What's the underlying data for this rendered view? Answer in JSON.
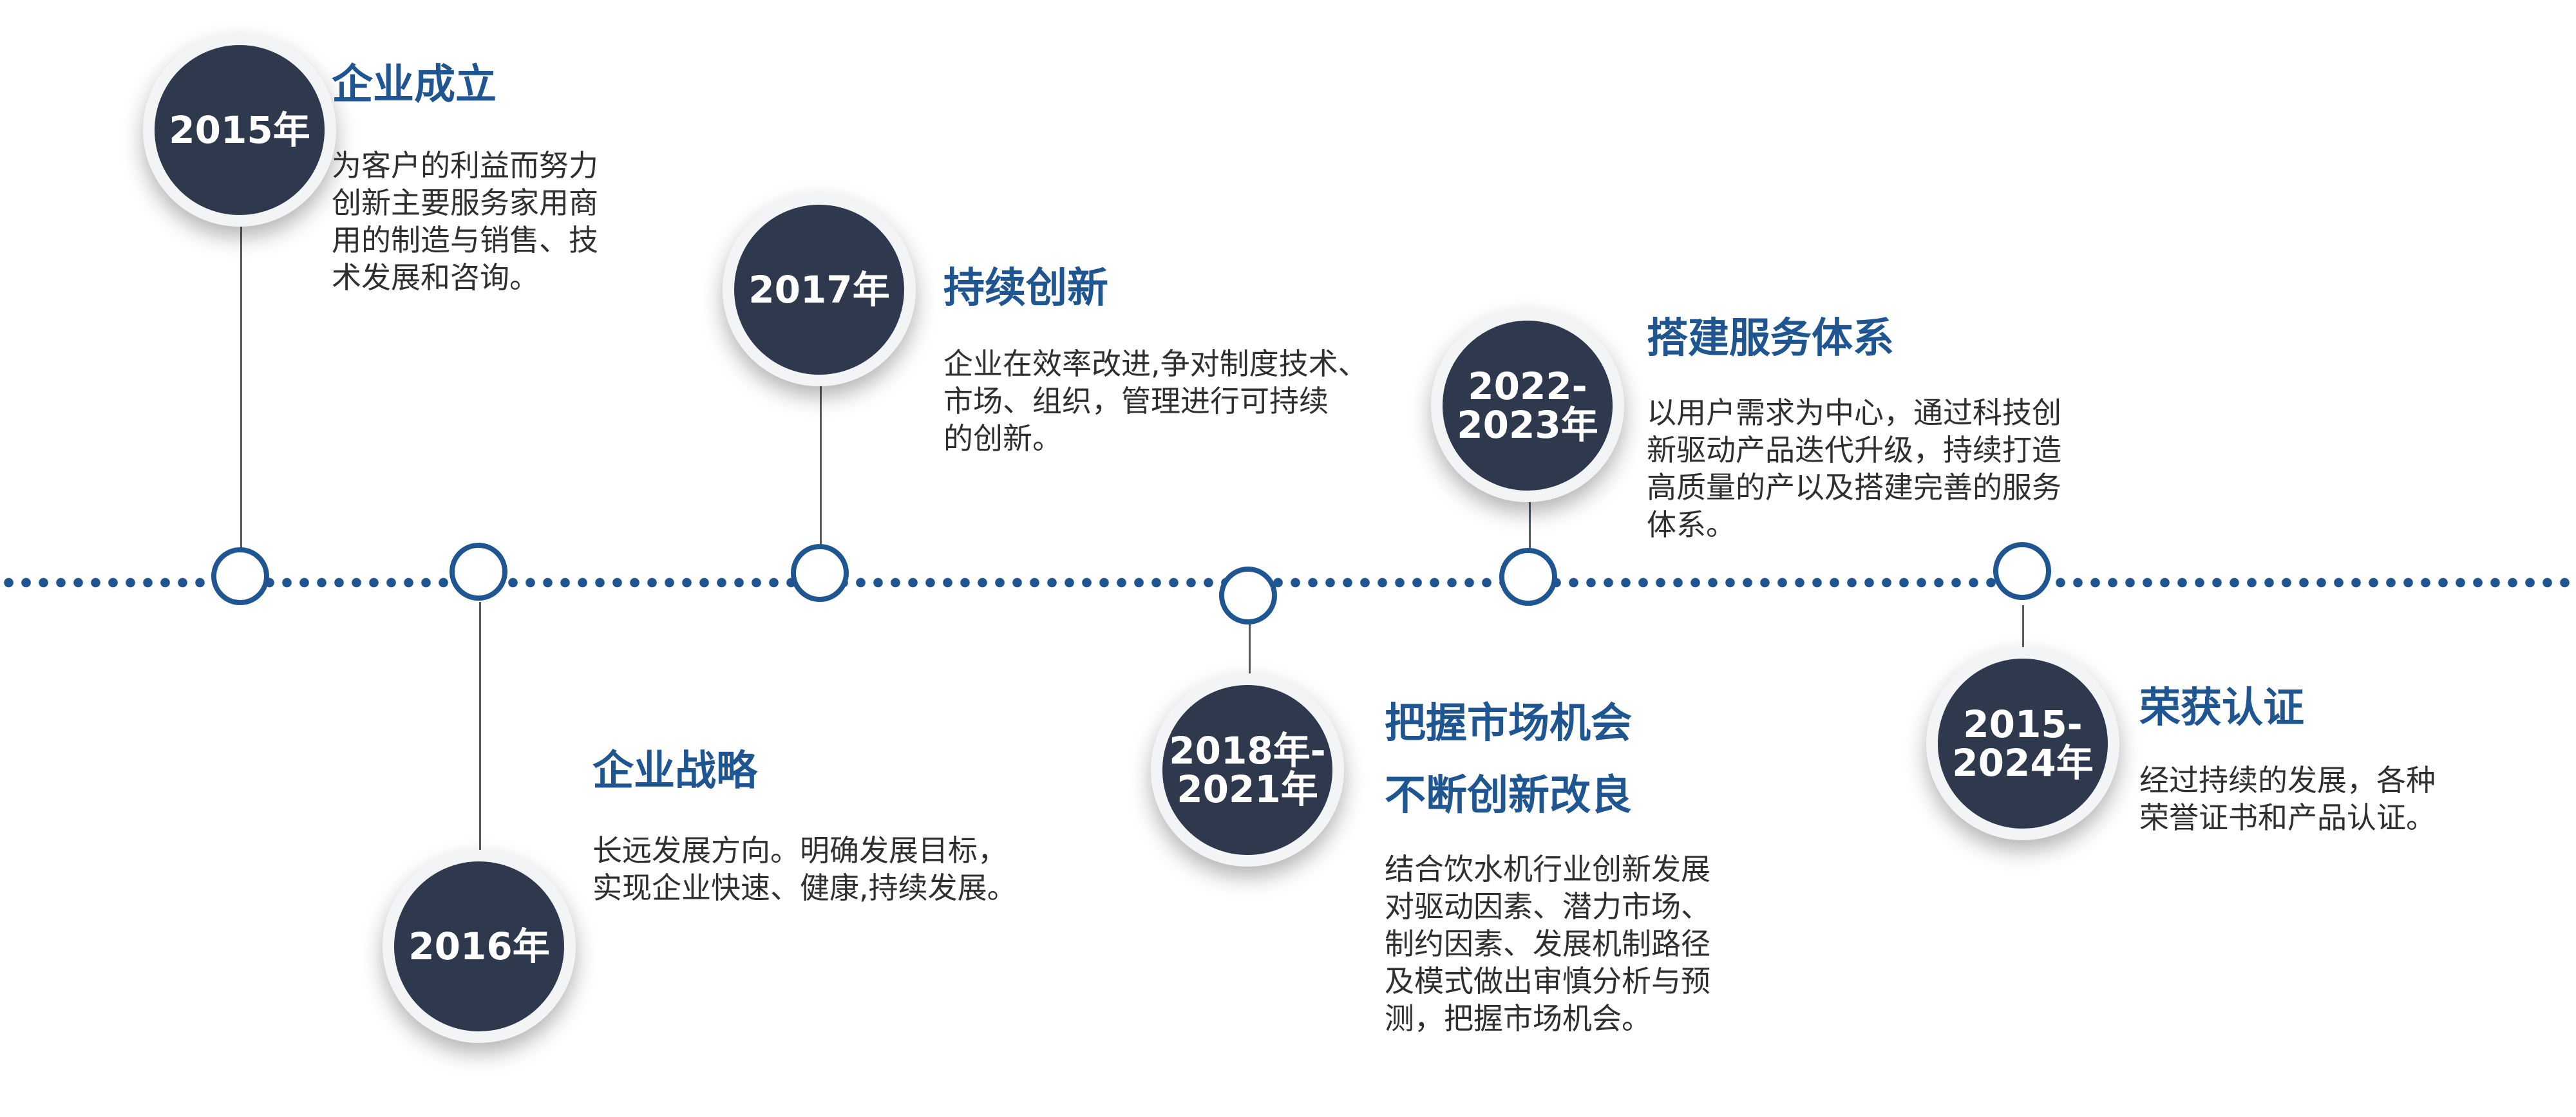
{
  "milestones": [
    {
      "year": "2015年",
      "title": "企业成立",
      "description": "为客户的利益而努力\n创新主要服务家用商\n用的制造与销售、技\n术发展和咨询。"
    },
    {
      "year": "2016年",
      "title": "企业战略",
      "description": "长远发展方向。明确发展目标，\n实现企业快速、健康,持续发展。"
    },
    {
      "year": "2017年",
      "title": "持续创新",
      "description": "企业在效率改进,争对制度技术、\n市场、组织，管理进行可持续\n的创新。"
    },
    {
      "year": "2018年-\n2021年",
      "title": "把握市场机会",
      "subtitle": "不断创新改良",
      "description": "结合饮水机行业创新发展\n对驱动因素、潜力市场、\n制约因素、发展机制路径\n及模式做出审慎分析与预\n测，把握市场机会。"
    },
    {
      "year": "2022-\n2023年",
      "title": "搭建服务体系",
      "description": "以用户需求为中心，通过科技创\n新驱动产品迭代升级，持续打造\n高质量的产以及搭建完善的服务\n体系。"
    },
    {
      "year": "2015-\n2024年",
      "title": "荣获认证",
      "description": "经过持续的发展，各种\n荣誉证书和产品认证。"
    }
  ],
  "colors": {
    "accent": "#1f5590",
    "badge": "#2e394d",
    "text": "#2f2f2f",
    "line": "#555a60"
  }
}
